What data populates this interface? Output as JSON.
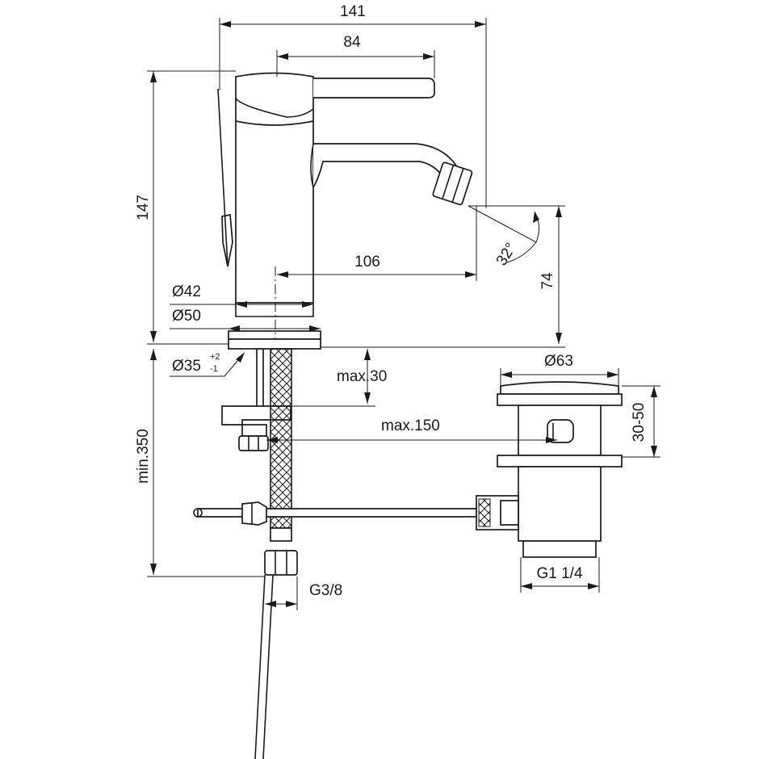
{
  "dimensions": {
    "width_total": "141",
    "lever_width": "84",
    "height_total": "147",
    "spout_reach": "106",
    "diameter_body": "Ø42",
    "diameter_base": "Ø50",
    "diameter_hole": "Ø35",
    "hole_tol_plus": "+2",
    "hole_tol_minus": "-1",
    "spout_angle": "32°",
    "spout_height": "74",
    "diameter_waste": "Ø63",
    "deck_thickness": "max.30",
    "rod_distance": "max.150",
    "waste_range": "30-50",
    "hose_length": "min.350",
    "hose_thread": "G3/8",
    "waste_thread": "G1 1/4"
  },
  "colors": {
    "line": "#1a1a1a",
    "background": "#ffffff"
  }
}
